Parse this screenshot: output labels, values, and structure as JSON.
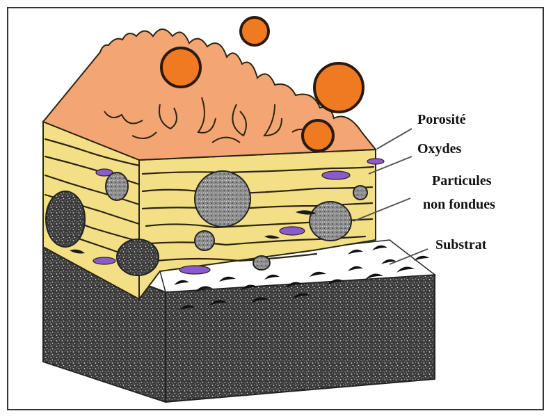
{
  "labels": {
    "porosity": "Porosité",
    "oxides": "Oxydes",
    "unmelted_line1": "Particules",
    "unmelted_line2": "non fondues",
    "substrate": "Substrat"
  },
  "colors": {
    "substrate_dark": "#3a3a3a",
    "lamella_yellow": "#f3df86",
    "lamella_outline": "#2b2410",
    "top_splat": "#f3a574",
    "droplet": "#f07a21",
    "oxide_purple": "#8a5ad0",
    "particle_gray": "#9a9a9a",
    "white_grain": "#ffffff"
  },
  "icons": [
    "molten-droplet-icon"
  ]
}
